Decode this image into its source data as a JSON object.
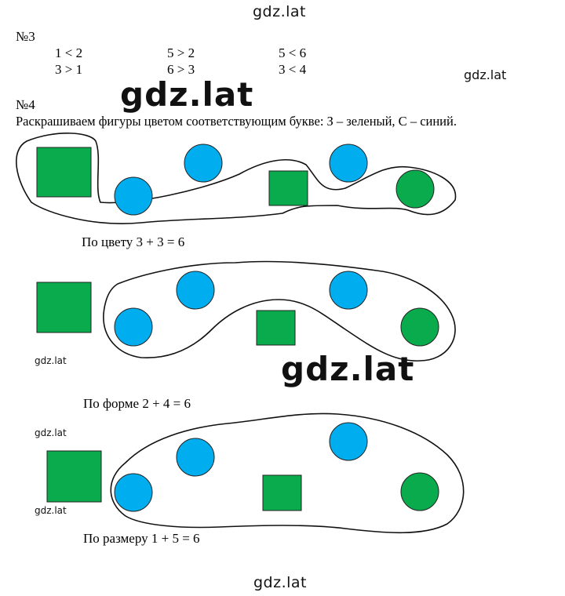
{
  "watermark": "gdz.lat",
  "task3": {
    "number": "№3",
    "rows": [
      [
        "1 < 2",
        "5 > 2",
        "5 < 6"
      ],
      [
        "3 > 1",
        "6 > 3",
        "3 < 4"
      ]
    ]
  },
  "task4": {
    "number": "№4",
    "instruction": "Раскрашиваем фигуры цветом соответствующим букве: З – зеленый, С – синий.",
    "captions": {
      "by_color": "По цвету 3 + 3 = 6",
      "by_shape": "По форме 2 + 4 = 6",
      "by_size": "По размеру 1 + 5 = 6"
    }
  },
  "colors": {
    "green": "#0aab4c",
    "blue": "#00aeef"
  }
}
